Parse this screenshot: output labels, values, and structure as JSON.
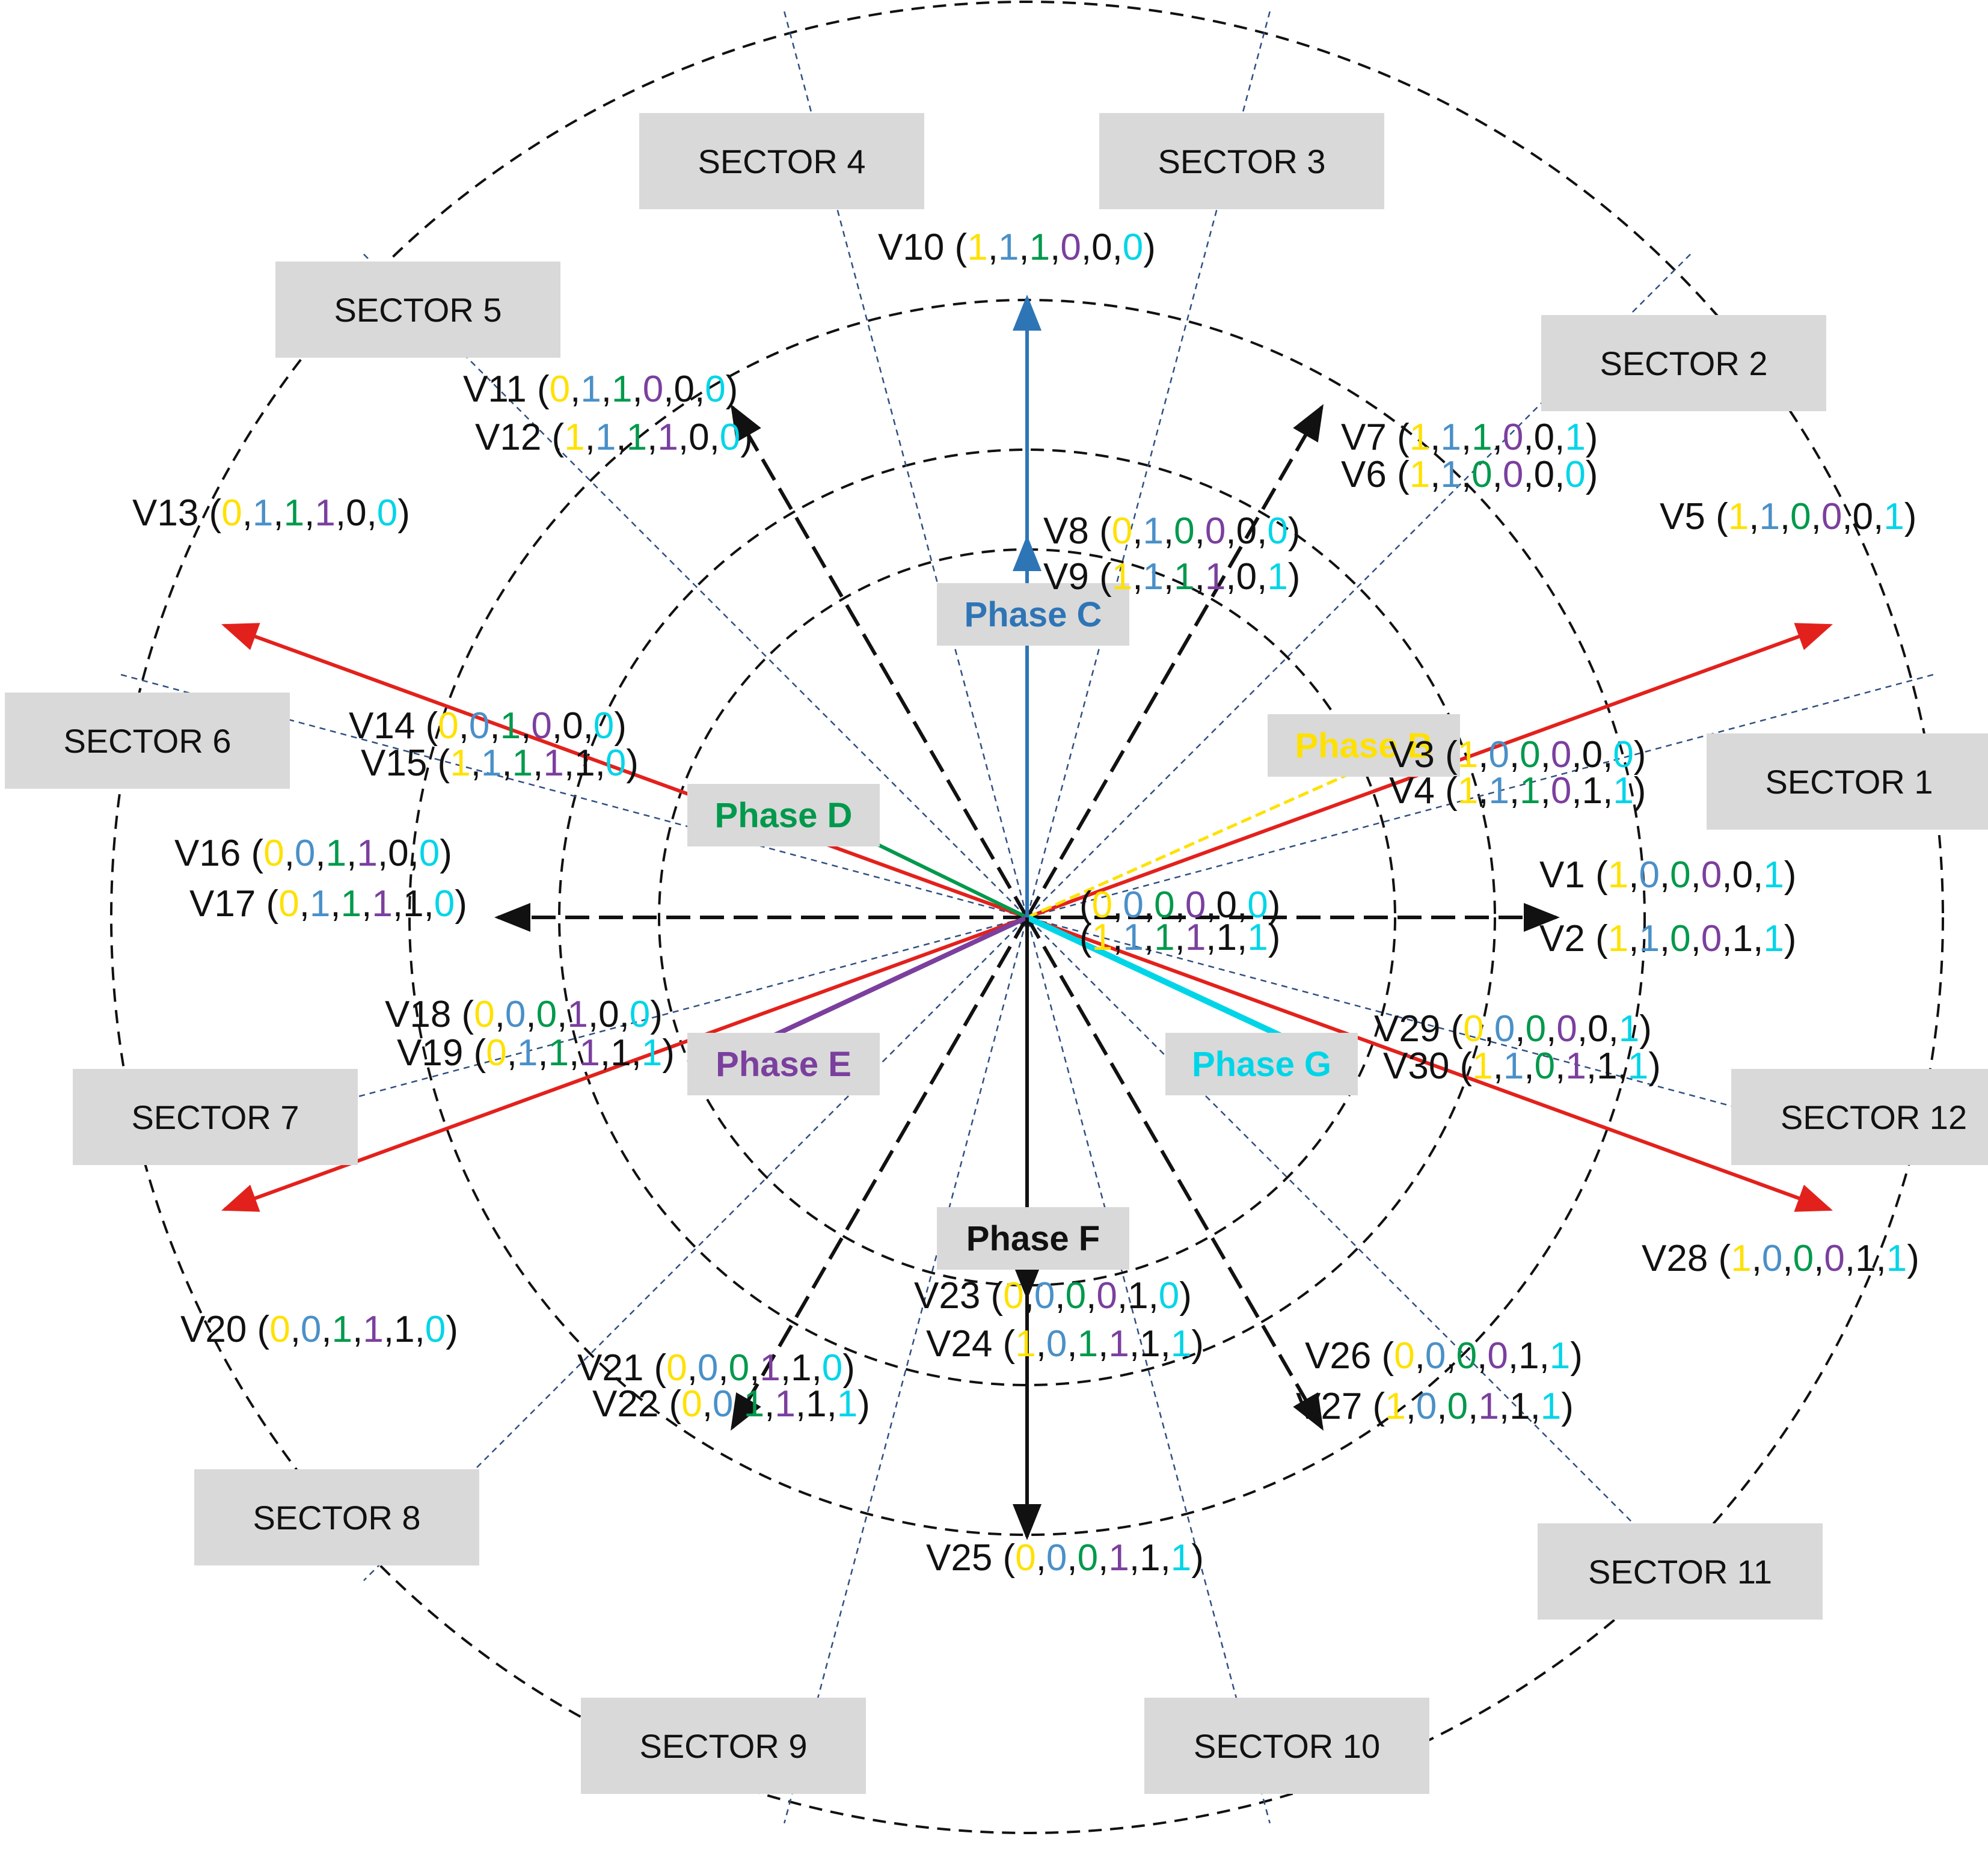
{
  "colors": {
    "bit1": "#FFE100",
    "bit2": "#4A90C8",
    "bit3": "#00994C",
    "bit4": "#7B3F9E",
    "bit5": "#111111",
    "bit6": "#00D5E8",
    "red_vector": "#E3211C",
    "sector_box": "#D9D9D9",
    "phase_box": "#D9D9D9",
    "boundary": "#2F4F7F"
  },
  "sectors": [
    "SECTOR 1",
    "SECTOR 2",
    "SECTOR 3",
    "SECTOR 4",
    "SECTOR 5",
    "SECTOR 6",
    "SECTOR 7",
    "SECTOR 8",
    "SECTOR 9",
    "SECTOR 10",
    "SECTOR 11",
    "SECTOR 12"
  ],
  "phases": [
    {
      "label": "Phase B",
      "color": "#FFE100"
    },
    {
      "label": "Phase C",
      "color": "#2E75B6"
    },
    {
      "label": "Phase D",
      "color": "#00994C"
    },
    {
      "label": "Phase E",
      "color": "#7B3F9E"
    },
    {
      "label": "Phase F",
      "color": "#111111"
    },
    {
      "label": "Phase G",
      "color": "#00D5E8"
    }
  ],
  "vectors": [
    {
      "name": "V1",
      "bits": [
        1,
        0,
        0,
        0,
        0,
        1
      ]
    },
    {
      "name": "V2",
      "bits": [
        1,
        1,
        0,
        0,
        1,
        1
      ]
    },
    {
      "name": "V3",
      "bits": [
        1,
        0,
        0,
        0,
        0,
        0
      ]
    },
    {
      "name": "V4",
      "bits": [
        1,
        1,
        1,
        0,
        1,
        1
      ]
    },
    {
      "name": "V5",
      "bits": [
        1,
        1,
        0,
        0,
        0,
        1
      ]
    },
    {
      "name": "V6",
      "bits": [
        1,
        1,
        0,
        0,
        0,
        0
      ]
    },
    {
      "name": "V7",
      "bits": [
        1,
        1,
        1,
        0,
        0,
        1
      ]
    },
    {
      "name": "V8",
      "bits": [
        0,
        1,
        0,
        0,
        0,
        0
      ]
    },
    {
      "name": "V9",
      "bits": [
        1,
        1,
        1,
        1,
        0,
        1
      ]
    },
    {
      "name": "V10",
      "bits": [
        1,
        1,
        1,
        0,
        0,
        0
      ]
    },
    {
      "name": "V11",
      "bits": [
        0,
        1,
        1,
        0,
        0,
        0
      ]
    },
    {
      "name": "V12",
      "bits": [
        1,
        1,
        1,
        1,
        0,
        0
      ]
    },
    {
      "name": "V13",
      "bits": [
        0,
        1,
        1,
        1,
        0,
        0
      ]
    },
    {
      "name": "V14",
      "bits": [
        0,
        0,
        1,
        0,
        0,
        0
      ]
    },
    {
      "name": "V15",
      "bits": [
        1,
        1,
        1,
        1,
        1,
        0
      ]
    },
    {
      "name": "V16",
      "bits": [
        0,
        0,
        1,
        1,
        0,
        0
      ]
    },
    {
      "name": "V17",
      "bits": [
        0,
        1,
        1,
        1,
        1,
        0
      ]
    },
    {
      "name": "V18",
      "bits": [
        0,
        0,
        0,
        1,
        0,
        0
      ]
    },
    {
      "name": "V19",
      "bits": [
        0,
        1,
        1,
        1,
        1,
        1
      ]
    },
    {
      "name": "V20",
      "bits": [
        0,
        0,
        1,
        1,
        1,
        0
      ]
    },
    {
      "name": "V21",
      "bits": [
        0,
        0,
        0,
        1,
        1,
        0
      ]
    },
    {
      "name": "V22",
      "bits": [
        0,
        0,
        1,
        1,
        1,
        1
      ]
    },
    {
      "name": "V23",
      "bits": [
        0,
        0,
        0,
        0,
        1,
        0
      ]
    },
    {
      "name": "V24",
      "bits": [
        1,
        0,
        1,
        1,
        1,
        1
      ]
    },
    {
      "name": "V25",
      "bits": [
        0,
        0,
        0,
        1,
        1,
        1
      ]
    },
    {
      "name": "V26",
      "bits": [
        0,
        0,
        0,
        0,
        1,
        1
      ]
    },
    {
      "name": "V27",
      "bits": [
        1,
        0,
        0,
        1,
        1,
        1
      ]
    },
    {
      "name": "V28",
      "bits": [
        1,
        0,
        0,
        0,
        1,
        1
      ]
    },
    {
      "name": "V29",
      "bits": [
        0,
        0,
        0,
        0,
        0,
        1
      ]
    },
    {
      "name": "V30",
      "bits": [
        1,
        1,
        0,
        1,
        1,
        1
      ]
    }
  ],
  "zero_vectors": [
    {
      "name": "",
      "bits": [
        0,
        0,
        0,
        0,
        0,
        0
      ]
    },
    {
      "name": "",
      "bits": [
        1,
        1,
        1,
        1,
        1,
        1
      ]
    }
  ]
}
